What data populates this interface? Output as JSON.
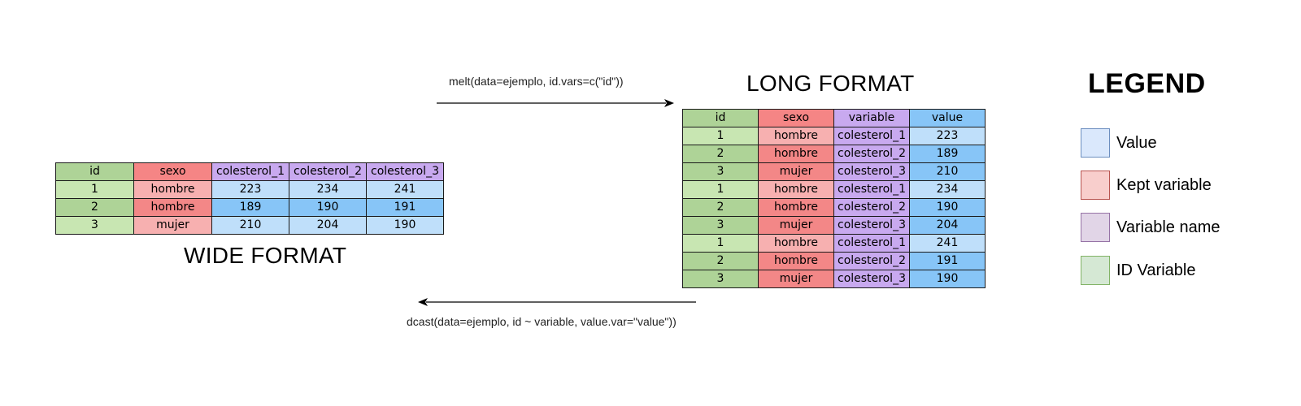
{
  "colors": {
    "id_header": "#aed397",
    "id_light": "#c8e6b2",
    "id_dark": "#aed397",
    "kept_header": "#f58585",
    "kept_light": "#f7b0b0",
    "kept_dark": "#f38787",
    "var_header": "#c8a9ef",
    "var_cell": "#c8a9ef",
    "value_header": "#87c5f7",
    "value_light": "#bfdffa",
    "value_dark": "#87c5f7",
    "legend_value_fill": "#dae8fc",
    "legend_value_border": "#6c8ebf",
    "legend_kept_fill": "#f8cecc",
    "legend_kept_border": "#b85450",
    "legend_var_fill": "#e1d5e7",
    "legend_var_border": "#9673a6",
    "legend_id_fill": "#d5e8d4",
    "legend_id_border": "#82b366"
  },
  "wide": {
    "title": "WIDE FORMAT",
    "headers": [
      "id",
      "sexo",
      "colesterol_1",
      "colesterol_2",
      "colesterol_3"
    ],
    "rows": [
      [
        "1",
        "hombre",
        "223",
        "234",
        "241"
      ],
      [
        "2",
        "hombre",
        "189",
        "190",
        "191"
      ],
      [
        "3",
        "mujer",
        "210",
        "204",
        "190"
      ]
    ]
  },
  "long": {
    "title": "LONG FORMAT",
    "headers": [
      "id",
      "sexo",
      "variable",
      "value"
    ],
    "rows": [
      [
        "1",
        "hombre",
        "colesterol_1",
        "223"
      ],
      [
        "2",
        "hombre",
        "colesterol_2",
        "189"
      ],
      [
        "3",
        "mujer",
        "colesterol_3",
        "210"
      ],
      [
        "1",
        "hombre",
        "colesterol_1",
        "234"
      ],
      [
        "2",
        "hombre",
        "colesterol_2",
        "190"
      ],
      [
        "3",
        "mujer",
        "colesterol_3",
        "204"
      ],
      [
        "1",
        "hombre",
        "colesterol_1",
        "241"
      ],
      [
        "2",
        "hombre",
        "colesterol_2",
        "191"
      ],
      [
        "3",
        "mujer",
        "colesterol_3",
        "190"
      ]
    ]
  },
  "commands": {
    "melt": "melt(data=ejemplo, id.vars=c(\"id\"))",
    "dcast": "dcast(data=ejemplo, id ~ variable, value.var=\"value\"))"
  },
  "legend": {
    "title": "LEGEND",
    "items": [
      {
        "label": "Value",
        "key": "value"
      },
      {
        "label": "Kept variable",
        "key": "kept"
      },
      {
        "label": "Variable name",
        "key": "var"
      },
      {
        "label": "ID Variable",
        "key": "id"
      }
    ]
  }
}
